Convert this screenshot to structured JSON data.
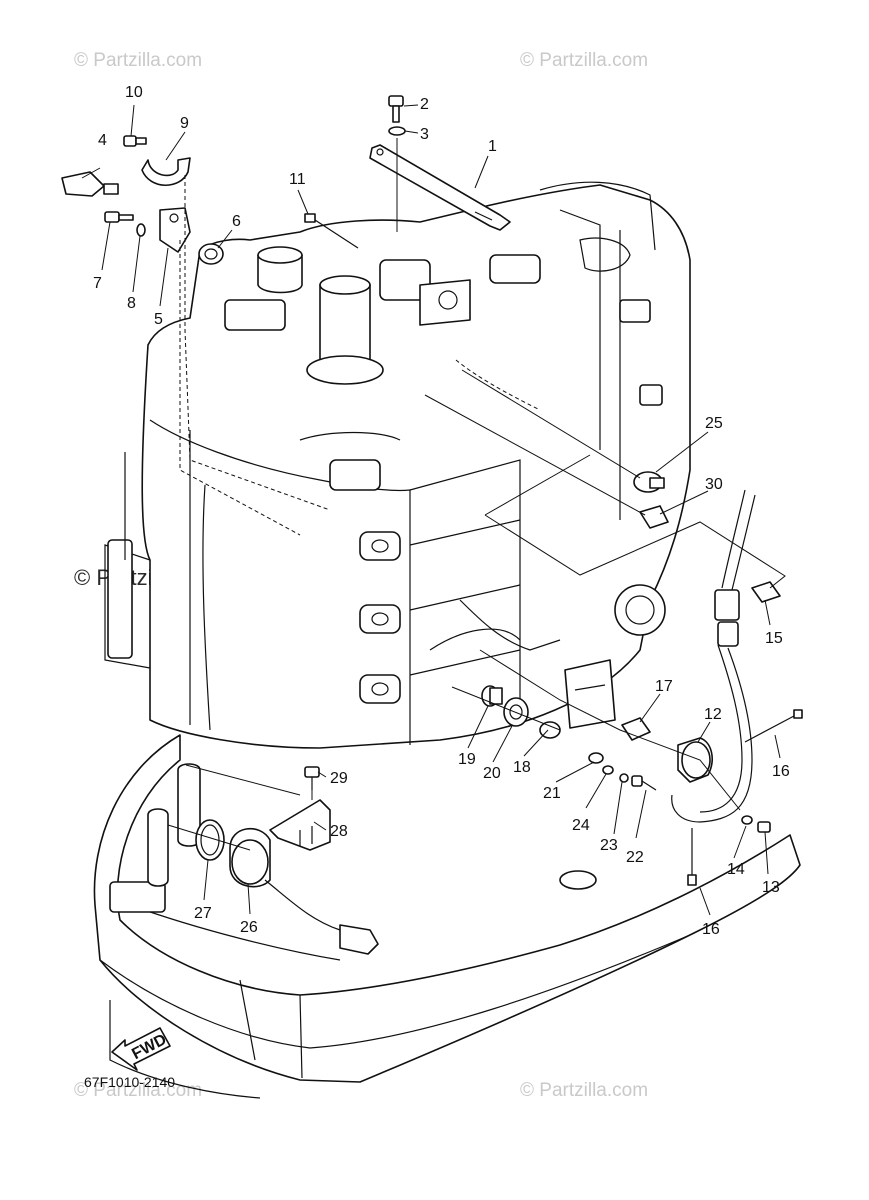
{
  "watermark": "© Partzilla.com",
  "diagram_code": "67F1010-2140",
  "fwd_label": "FWD",
  "callouts": [
    "1",
    "2",
    "3",
    "4",
    "5",
    "6",
    "7",
    "8",
    "9",
    "10",
    "11",
    "12",
    "13",
    "14",
    "15",
    "16",
    "16",
    "17",
    "18",
    "19",
    "20",
    "21",
    "22",
    "23",
    "24",
    "25",
    "26",
    "27",
    "28",
    "29",
    "30"
  ]
}
